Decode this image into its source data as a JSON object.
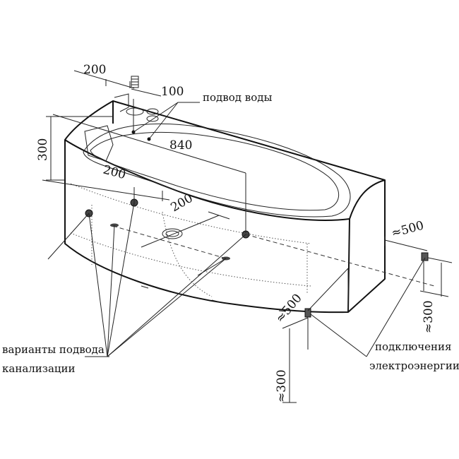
{
  "dimensions": {
    "d200_top": "200",
    "d100": "100",
    "d840": "840",
    "d300_left": "300",
    "d200_mid": "200",
    "d200_inner": "200",
    "d500_right": "≈500",
    "d500_front": "≈500",
    "d300_right": "≈300",
    "d300_bottom": "≈300"
  },
  "callouts": {
    "water_supply": "подвод воды",
    "drain_line1": "варианты подвода",
    "drain_line2": "канализации",
    "power_line1": "подключения",
    "power_line2": "электроэнергии"
  }
}
